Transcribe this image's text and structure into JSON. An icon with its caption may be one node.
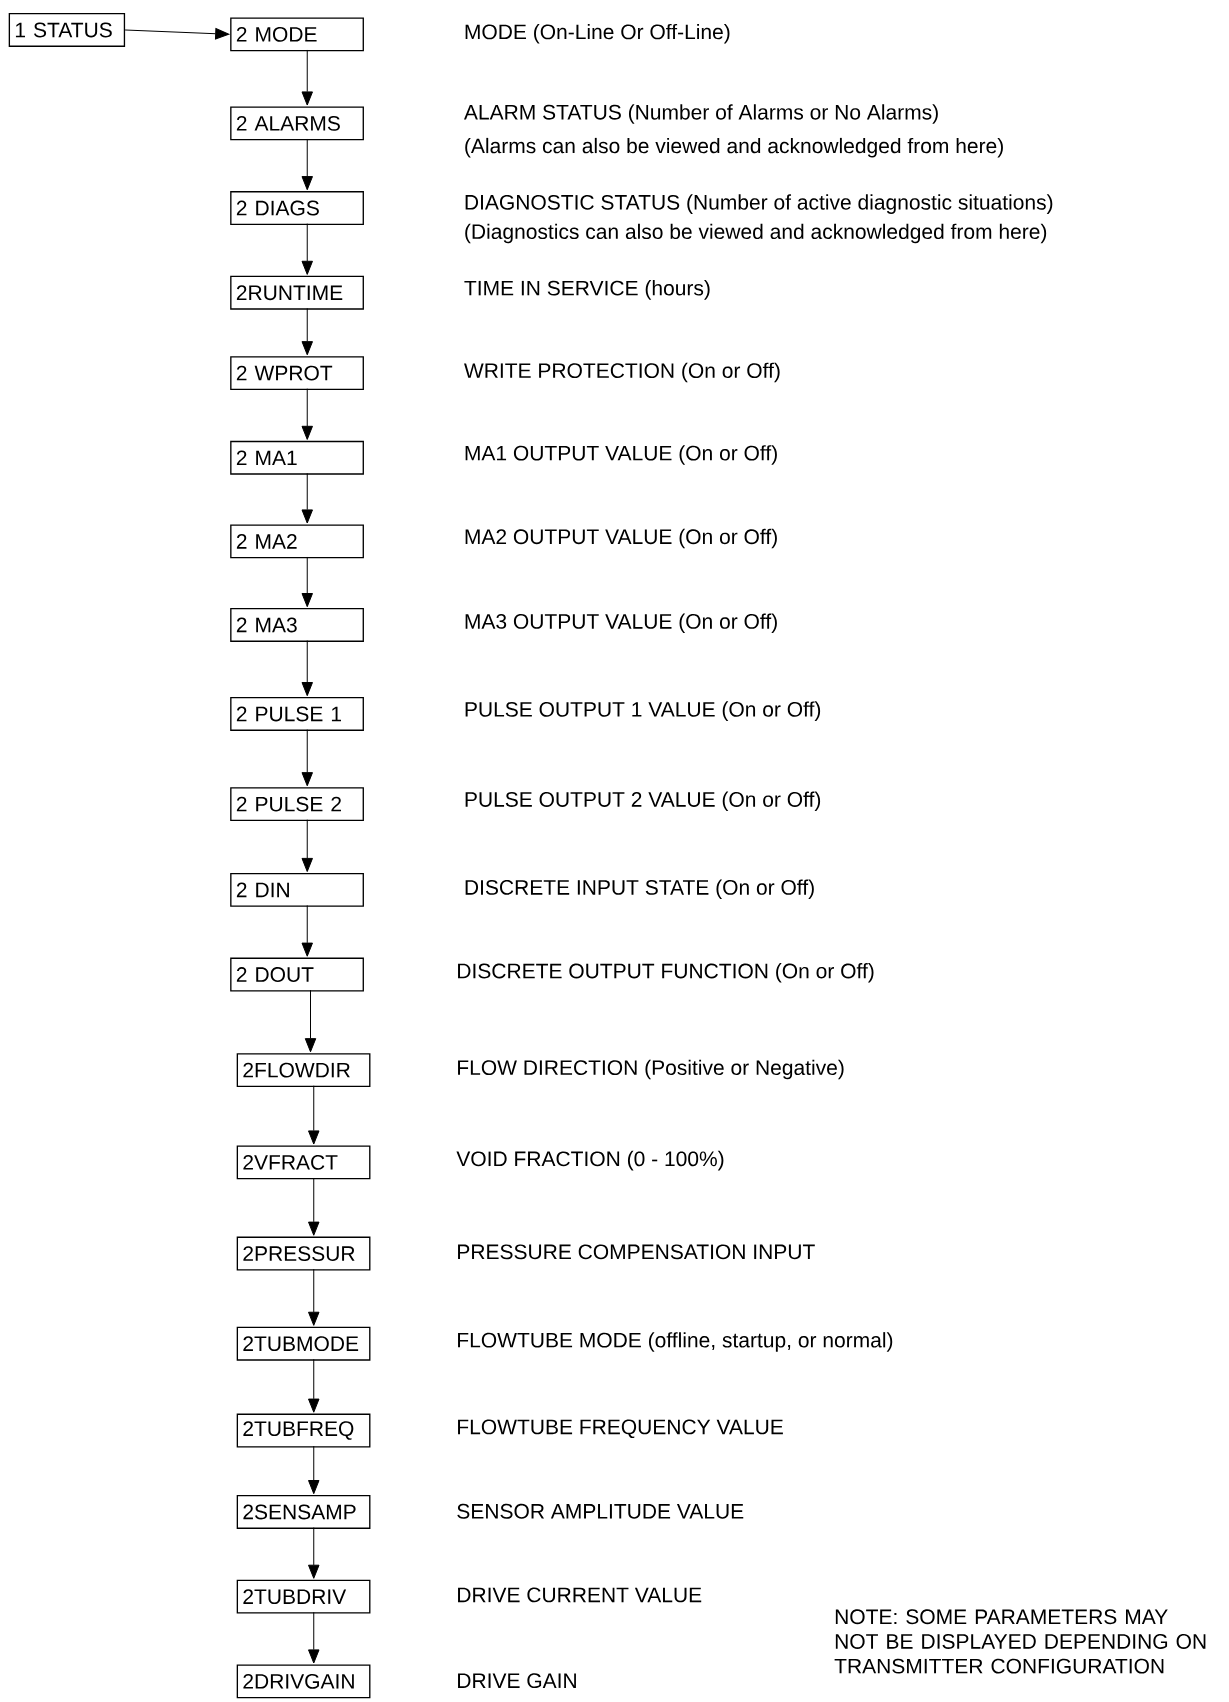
{
  "diagram": {
    "nodes": [
      {
        "text": [
          "1 STATUS"
        ]
      },
      {
        "text": [
          "2 MODE"
        ]
      },
      {
        "text": [
          "2 ALARMS"
        ]
      },
      {
        "text": [
          "2 DIAGS"
        ]
      },
      {
        "text": [
          "2RUNTIME"
        ]
      },
      {
        "text": [
          "2 WPROT"
        ]
      },
      {
        "text": [
          "2 MA1"
        ]
      },
      {
        "text": [
          "2 MA2"
        ]
      },
      {
        "text": [
          "2 MA3"
        ]
      },
      {
        "text": [
          "2 PULSE 1"
        ]
      },
      {
        "text": [
          "2 PULSE 2"
        ]
      },
      {
        "text": [
          "2 DIN"
        ]
      },
      {
        "text": [
          "2 DOUT"
        ]
      },
      {
        "text": [
          "2FLOWDIR"
        ]
      },
      {
        "text": [
          "2VFRACT"
        ]
      },
      {
        "text": [
          "2PRESSUR"
        ]
      },
      {
        "text": [
          "2TUBMODE"
        ]
      },
      {
        "text": [
          "2TUBFREQ"
        ]
      },
      {
        "text": [
          "2SENSAMP"
        ]
      },
      {
        "text": [
          "2TUBDRIV"
        ]
      },
      {
        "text": [
          "2DRIVGAIN"
        ]
      }
    ],
    "edges": [
      {
        "from": 0,
        "to": 1,
        "arrow": "to"
      },
      {
        "from": 1,
        "to": 2,
        "arrow": "to"
      },
      {
        "from": 2,
        "to": 3,
        "arrow": "to"
      },
      {
        "from": 3,
        "to": 4,
        "arrow": "to"
      },
      {
        "from": 4,
        "to": 5,
        "arrow": "to"
      },
      {
        "from": 5,
        "to": 6,
        "arrow": "to"
      },
      {
        "from": 6,
        "to": 7,
        "arrow": "to"
      },
      {
        "from": 7,
        "to": 8,
        "arrow": "to"
      },
      {
        "from": 8,
        "to": 9,
        "arrow": "to"
      },
      {
        "from": 9,
        "to": 10,
        "arrow": "to"
      },
      {
        "from": 10,
        "to": 11,
        "arrow": "to"
      },
      {
        "from": 11,
        "to": 12,
        "arrow": "to"
      },
      {
        "from": 12,
        "to": 13,
        "arrow": "to"
      },
      {
        "from": 13,
        "to": 14,
        "arrow": "to"
      },
      {
        "from": 14,
        "to": 15,
        "arrow": "to"
      },
      {
        "from": 15,
        "to": 16,
        "arrow": "to"
      },
      {
        "from": 16,
        "to": 17,
        "arrow": "to"
      },
      {
        "from": 17,
        "to": 18,
        "arrow": "to"
      },
      {
        "from": 18,
        "to": 19,
        "arrow": "to"
      },
      {
        "from": 19,
        "to": 20,
        "arrow": "to"
      }
    ],
    "labels": [
      "MODE (On-Line Or Off-Line)",
      "ALARM STATUS (Number of Alarms or No Alarms)",
      "(Alarms can also be viewed and acknowledged from here)",
      "DIAGNOSTIC STATUS (Number of active diagnostic situations)",
      "(Diagnostics can also be viewed and acknowledged from here)",
      "TIME IN SERVICE (hours)",
      "WRITE PROTECTION (On or Off)",
      "MA1 OUTPUT VALUE (On or Off)",
      "MA2 OUTPUT VALUE (On or Off)",
      "MA3 OUTPUT VALUE (On or Off)",
      "PULSE OUTPUT 1 VALUE (On or Off)",
      "PULSE OUTPUT 2 VALUE (On or Off)",
      "DISCRETE INPUT STATE (On or Off)",
      "DISCRETE OUTPUT FUNCTION (On or Off)",
      "FLOW DIRECTION (Positive or Negative)",
      "VOID FRACTION (0 - 100%)",
      "PRESSURE COMPENSATION INPUT",
      "FLOWTUBE MODE (offline, startup, or normal)",
      "FLOWTUBE FREQUENCY VALUE",
      "SENSOR AMPLITUDE VALUE",
      "DRIVE CURRENT VALUE",
      "DRIVE GAIN",
      "NOTE: SOME PARAMETERS MAY NOT BE DISPLAYED DEPENDING ON TRANSMITTER CONFIGURATION"
    ]
  }
}
